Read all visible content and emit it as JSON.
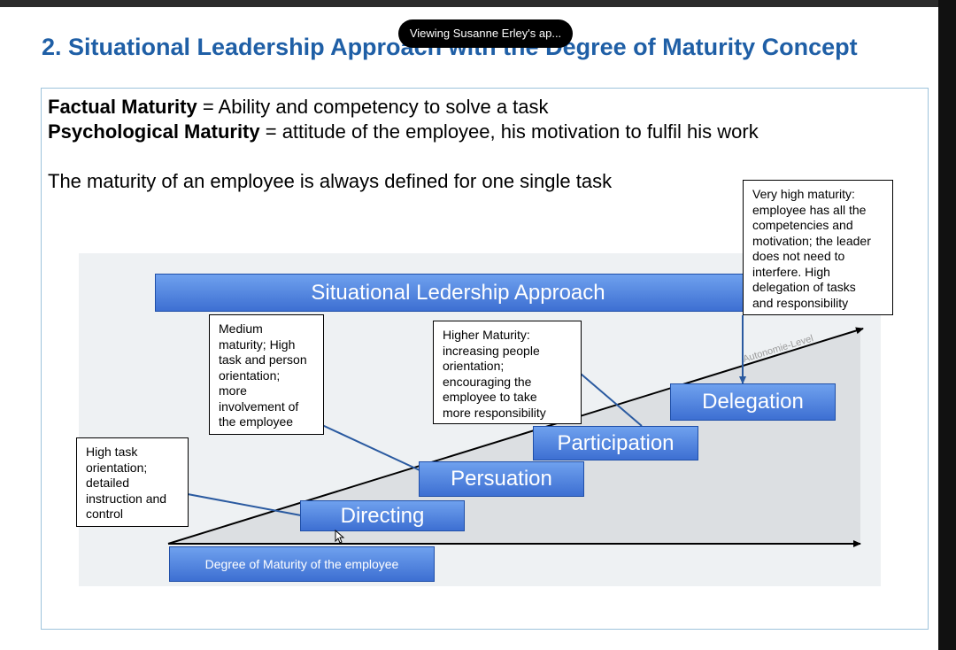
{
  "banner": "Viewing Susanne Erley's ap...",
  "slide": {
    "title": "2. Situational Leadership Approach with the Degree of Maturity Concept",
    "line1_bold": "Factual Maturity",
    "line1_rest": " = Ability and competency to solve a task",
    "line2_bold": "Psychological Maturity",
    "line2_rest": " = attitude of the employee, his motivation to fulfil his work",
    "line3": "The maturity of an employee is always defined for one single task"
  },
  "diagram": {
    "header": "Situational Ledership Approach",
    "axis_x_label": "Degree of Maturity of the employee",
    "axis_diag_label": "Autonomie-Level",
    "stages": [
      "Directing",
      "Persuation",
      "Participation",
      "Delegation"
    ],
    "callouts": [
      "High task\norientation;\ndetailed\ninstruction and\ncontrol",
      "Medium\nmaturity; High\ntask and person\norientation;\nmore\ninvolvement of\nthe employee",
      "Higher Maturity:\nincreasing people\norientation;\nencouraging the\nemployee to take\nmore responsibility",
      "Very high maturity:\nemployee has all the\ncompetencies and\nmotivation; the leader\ndoes not need to\ninterfere. High\ndelegation of tasks\nand responsibility"
    ]
  },
  "colors": {
    "title": "#1f5fa6",
    "stage_fill": "#4a7fdf",
    "frame": "#9ec3db"
  }
}
